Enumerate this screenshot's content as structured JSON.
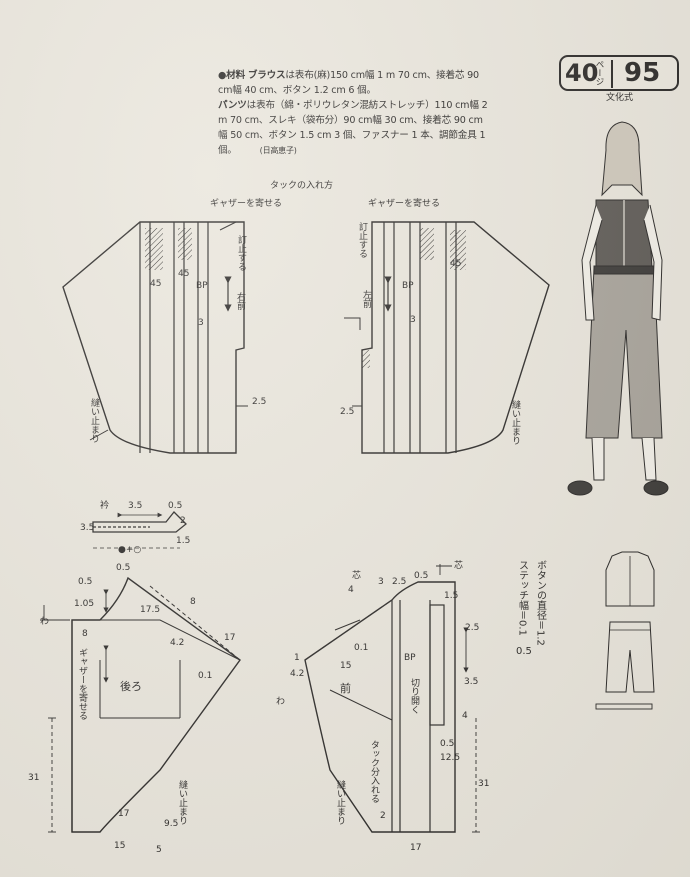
{
  "header": {
    "page_ref_number": "40",
    "page_ref_label": "ページ",
    "page_number": "95",
    "drafting_system": "文化式"
  },
  "materials": {
    "heading": "●材料",
    "blouse_label": "ブラウス",
    "blouse_text": "は表布(麻)150 cm幅 1 m 70 cm、接着芯 90 cm幅 40 cm、ボタン 1.2 cm 6 個。",
    "pants_label": "パンツ",
    "pants_text": "は表布（綿・ポリウレタン混紡ストレッチ）110 cm幅 2 m 70 cm、スレキ（袋布分）90 cm幅 30 cm、接着芯 90 cm幅 50 cm、ボタン 1.5 cm 3 個、ファスナー 1 本、調節金具 1 個。",
    "credit": "(日高恵子)"
  },
  "tuck_diagram": {
    "title": "タックの入れ方",
    "left_gather": "ギャザーを寄せる",
    "left_stitch": "訂止する",
    "left_front": "右前",
    "right_gather": "ギャザーを寄せる",
    "right_stitch": "訂止する",
    "right_front": "左前",
    "angle": "45",
    "bp": "BP",
    "n3": "3",
    "n25": "2.5",
    "sew_stop": "縫い止まり"
  },
  "collar": {
    "label": "衿",
    "w35": "3.5",
    "w05": "0.5",
    "w2": "2",
    "w15": "1.5",
    "w35h": "3.5",
    "sym": "●+○"
  },
  "back": {
    "label": "後ろ",
    "gather": "ギャザーを寄せる",
    "sew_stop": "縫い止まり",
    "n05": "0.5",
    "n105": "1.05",
    "n175": "17.5",
    "n8": "8",
    "n42": "4.2",
    "n17": "17",
    "n01": "0.1",
    "n31": "31",
    "n95": "9.5",
    "n17b": "17",
    "n15": "15",
    "n5": "5",
    "n8b": "8",
    "corner_mark": "わ"
  },
  "front": {
    "label": "前",
    "open": "切り開く",
    "tuck_sum": "タック分入れる",
    "sew_stop": "縫い止まり",
    "bp": "BP",
    "n4": "4",
    "n3": "3",
    "n25": "2.5",
    "n05": "0.5",
    "n15": "1.5",
    "n25b": "2.5",
    "n1": "1",
    "n01": "0.1",
    "n15b": "15",
    "n42": "4.2",
    "n35": "3.5",
    "n4b": "4",
    "n05b": "0.5",
    "n125": "12.5",
    "n31": "31",
    "n2": "2",
    "n17": "17",
    "mark": "わ",
    "mark2": "芯",
    "mark3": "芯"
  },
  "notes": {
    "button_diameter": "ボタンの直径＝1.2",
    "stitch_width": "ステッチ幅＝0.1",
    "stitch_width2": "0.5"
  }
}
